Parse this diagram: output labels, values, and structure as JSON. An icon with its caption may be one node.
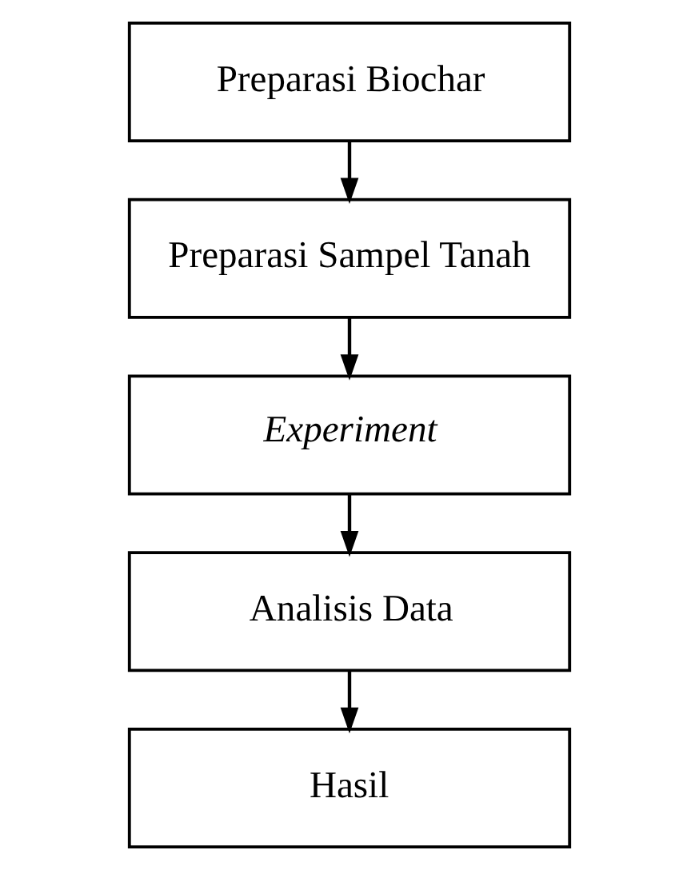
{
  "diagram": {
    "nodes": [
      {
        "text": [
          "Preparasi Biochar"
        ]
      },
      {
        "text": [
          "Preparasi Sampel Tanah"
        ]
      },
      {
        "text": [
          "Experiment"
        ]
      },
      {
        "text": [
          "Analisis Data"
        ]
      },
      {
        "text": [
          "Hasil"
        ]
      }
    ],
    "edges": [
      {
        "from": 0,
        "to": 1,
        "arrow": "to"
      },
      {
        "from": 1,
        "to": 2,
        "arrow": "to"
      },
      {
        "from": 2,
        "to": 3,
        "arrow": "to"
      },
      {
        "from": 3,
        "to": 4,
        "arrow": "to"
      }
    ]
  }
}
